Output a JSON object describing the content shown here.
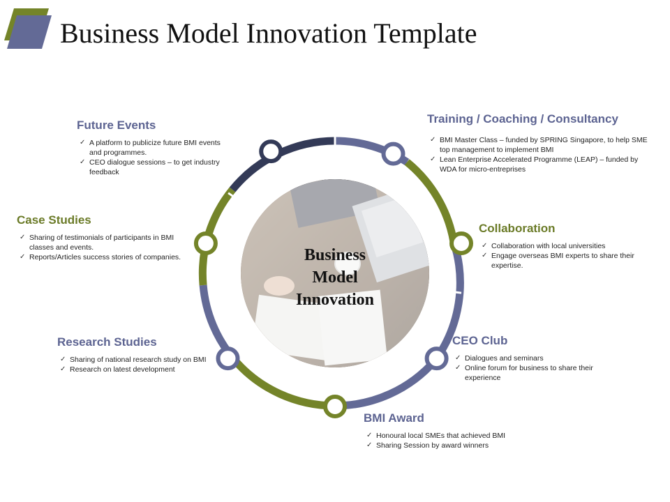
{
  "title": "Business Model Innovation Template",
  "center_text": [
    "Business",
    "Model",
    "Innovation"
  ],
  "colors": {
    "green": "#748429",
    "slate": "#636a96",
    "navy": "#333a57",
    "heading_green": "#6b7b28",
    "heading_slate": "#5c6391"
  },
  "icons": {
    "logo": "parallelogram-logo",
    "photo": "business-meeting-photo"
  },
  "sections": {
    "future_events": {
      "heading": "Future Events",
      "items": [
        "A platform to publicize future BMI events and programmes.",
        "CEO dialogue sessions – to get industry feedback"
      ]
    },
    "training": {
      "heading": "Training / Coaching / Consultancy",
      "items": [
        "BMI Master Class – funded by SPRING Singapore, to help SME top management to implement BMI",
        "Lean Enterprise Accelerated Programme (LEAP) – funded by WDA for micro-entreprises"
      ]
    },
    "case_studies": {
      "heading": "Case Studies",
      "items": [
        "Sharing of testimonials of participants in BMI classes and events.",
        "Reports/Articles success stories of companies."
      ]
    },
    "collaboration": {
      "heading": "Collaboration",
      "items": [
        "Collaboration with local universities",
        "Engage overseas BMI experts to share their expertise."
      ]
    },
    "research_studies": {
      "heading": "Research Studies",
      "items": [
        "Sharing of national research study on BMI",
        "Research on latest development"
      ]
    },
    "ceo_club": {
      "heading": "CEO Club",
      "items": [
        "Dialogues and seminars",
        "Online forum for business to share their experience"
      ]
    },
    "bmi_award": {
      "heading": "BMI Award",
      "items": [
        "Honoural local SMEs that achieved BMI",
        "Sharing Session by award winners"
      ]
    }
  }
}
